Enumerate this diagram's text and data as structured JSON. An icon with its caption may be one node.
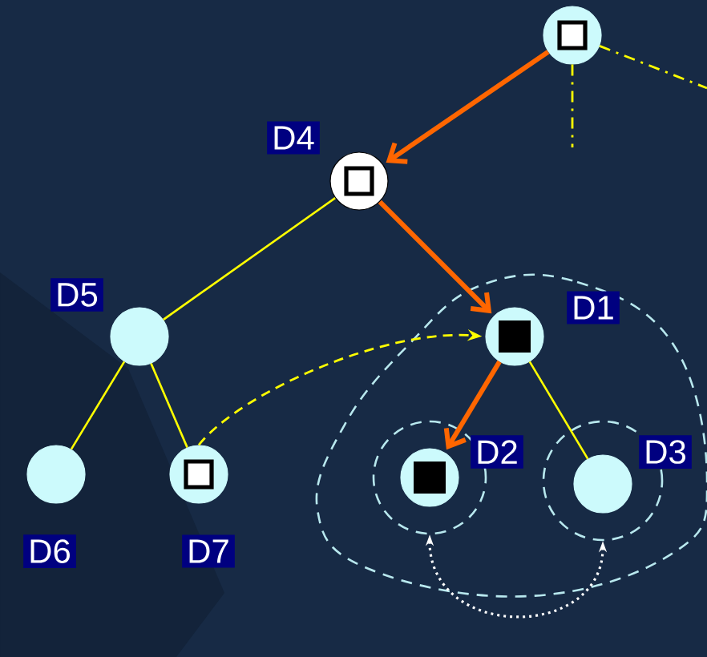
{
  "diagram": {
    "nodes": [
      {
        "text": [],
        "shape": "circle"
      },
      {
        "text": [],
        "shape": "circle",
        "beside": [
          "D4"
        ]
      },
      {
        "text": [],
        "shape": "circle",
        "beside": [
          "D5"
        ]
      },
      {
        "text": [],
        "shape": "cloud"
      },
      {
        "text": [],
        "shape": "circle",
        "beside": [
          "D1"
        ],
        "in": 3
      },
      {
        "text": [],
        "shape": "circle",
        "beside": [
          "D6"
        ]
      },
      {
        "text": [],
        "shape": "circle",
        "beside": [
          "D7"
        ]
      },
      {
        "text": [],
        "shape": "circle",
        "in": 3
      },
      {
        "text": [],
        "shape": "circle",
        "beside": [
          "D2"
        ],
        "in": 7
      },
      {
        "text": [],
        "shape": "circle",
        "in": 3
      },
      {
        "text": [],
        "shape": "circle",
        "beside": [
          "D3"
        ],
        "in": 9
      }
    ],
    "edges": [
      {
        "from": 0,
        "to": 1,
        "arrow": "to",
        "style": "thick",
        "color": "#ff6600"
      },
      {
        "from": 1,
        "to": 4,
        "arrow": "to",
        "style": "thick",
        "color": "#ff6600"
      },
      {
        "from": 4,
        "to": 8,
        "arrow": "to",
        "style": "thick",
        "color": "#ff6600"
      },
      {
        "from": 1,
        "to": 2,
        "arrow": "none"
      },
      {
        "from": 2,
        "to": 5,
        "arrow": "none"
      },
      {
        "from": 2,
        "to": 6,
        "arrow": "none"
      },
      {
        "from": 4,
        "to": 10,
        "arrow": "none"
      },
      {
        "from": 6,
        "to": 4,
        "arrow": "to",
        "style": "dashed"
      },
      {
        "from": 0,
        "to": null,
        "arrow": "none",
        "style": "dashed"
      },
      {
        "from": 0,
        "to": null,
        "arrow": "none",
        "style": "dashed"
      },
      {
        "from": 7,
        "to": 9,
        "arrow": "both",
        "style": "dashed",
        "color": "#ffffff"
      }
    ]
  }
}
